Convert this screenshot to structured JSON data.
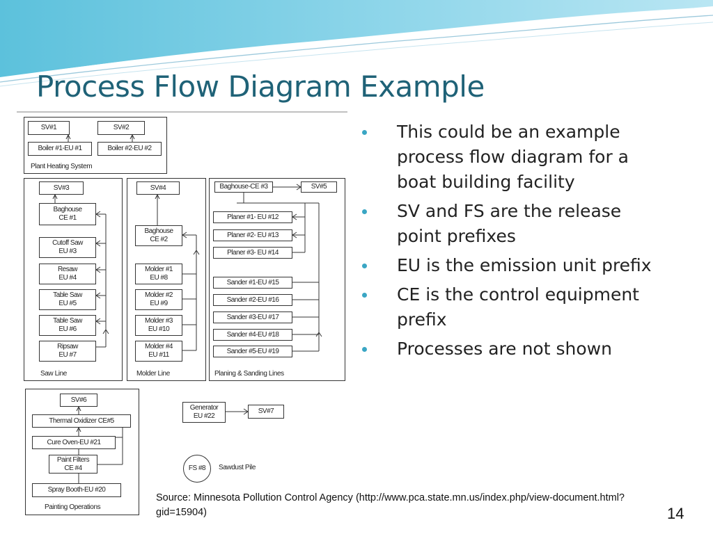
{
  "slide": {
    "title": "Process Flow Diagram Example",
    "bullets": [
      "This could be an example process flow diagram for a boat building facility",
      "SV and FS are the release point prefixes",
      "EU is the emission unit prefix",
      "CE is the control equipment prefix",
      "Processes are not shown"
    ],
    "source": "Source: Minnesota Pollution Control Agency (http://www.pca.state.mn.us/index.php/view-document.html?gid=15904)",
    "page_number": "14",
    "accent_color": "#1f6277",
    "bullet_color": "#3aa6c4"
  },
  "diagram": {
    "plant_heating": {
      "label": "Plant Heating System",
      "sv1": "SV#1",
      "sv2": "SV#2",
      "boiler1": "Boiler #1-EU #1",
      "boiler2": "Boiler #2-EU #2"
    },
    "saw_line": {
      "label": "Saw Line",
      "sv": "SV#3",
      "baghouse": "Baghouse\nCE #1",
      "cutoff": "Cutoff Saw\nEU #3",
      "resaw": "Resaw\nEU #4",
      "table5": "Table Saw\nEU #5",
      "table6": "Table Saw\nEU #6",
      "ripsaw": "Ripsaw\nEU #7"
    },
    "molder_line": {
      "label": "Molder Line",
      "sv": "SV#4",
      "baghouse": "Baghouse\nCE #2",
      "m1": "Molder #1\nEU #8",
      "m2": "Molder #2\nEU #9",
      "m3": "Molder #3\nEU #10",
      "m4": "Molder #4\nEU #11"
    },
    "planing": {
      "label": "Planing & Sanding Lines",
      "baghouse": "Baghouse-CE #3",
      "sv": "SV#5",
      "p1": "Planer #1- EU #12",
      "p2": "Planer #2- EU #13",
      "p3": "Planer #3- EU #14",
      "s1": "Sander #1-EU #15",
      "s2": "Sander #2-EU #16",
      "s3": "Sander #3-EU #17",
      "s4": "Sander #4-EU #18",
      "s5": "Sander #5-EU #19"
    },
    "painting": {
      "label": "Painting Operations",
      "sv": "SV#6",
      "thermal": "Thermal Oxidizer CE#5",
      "cure": "Cure Oven-EU #21",
      "filters": "Paint Filters\nCE #4",
      "spray": "Spray Booth-EU #20"
    },
    "generator": {
      "gen": "Generator\nEU #22",
      "sv": "SV#7"
    },
    "sawdust": {
      "fs": "FS #8",
      "label": "Sawdust Pile"
    }
  }
}
